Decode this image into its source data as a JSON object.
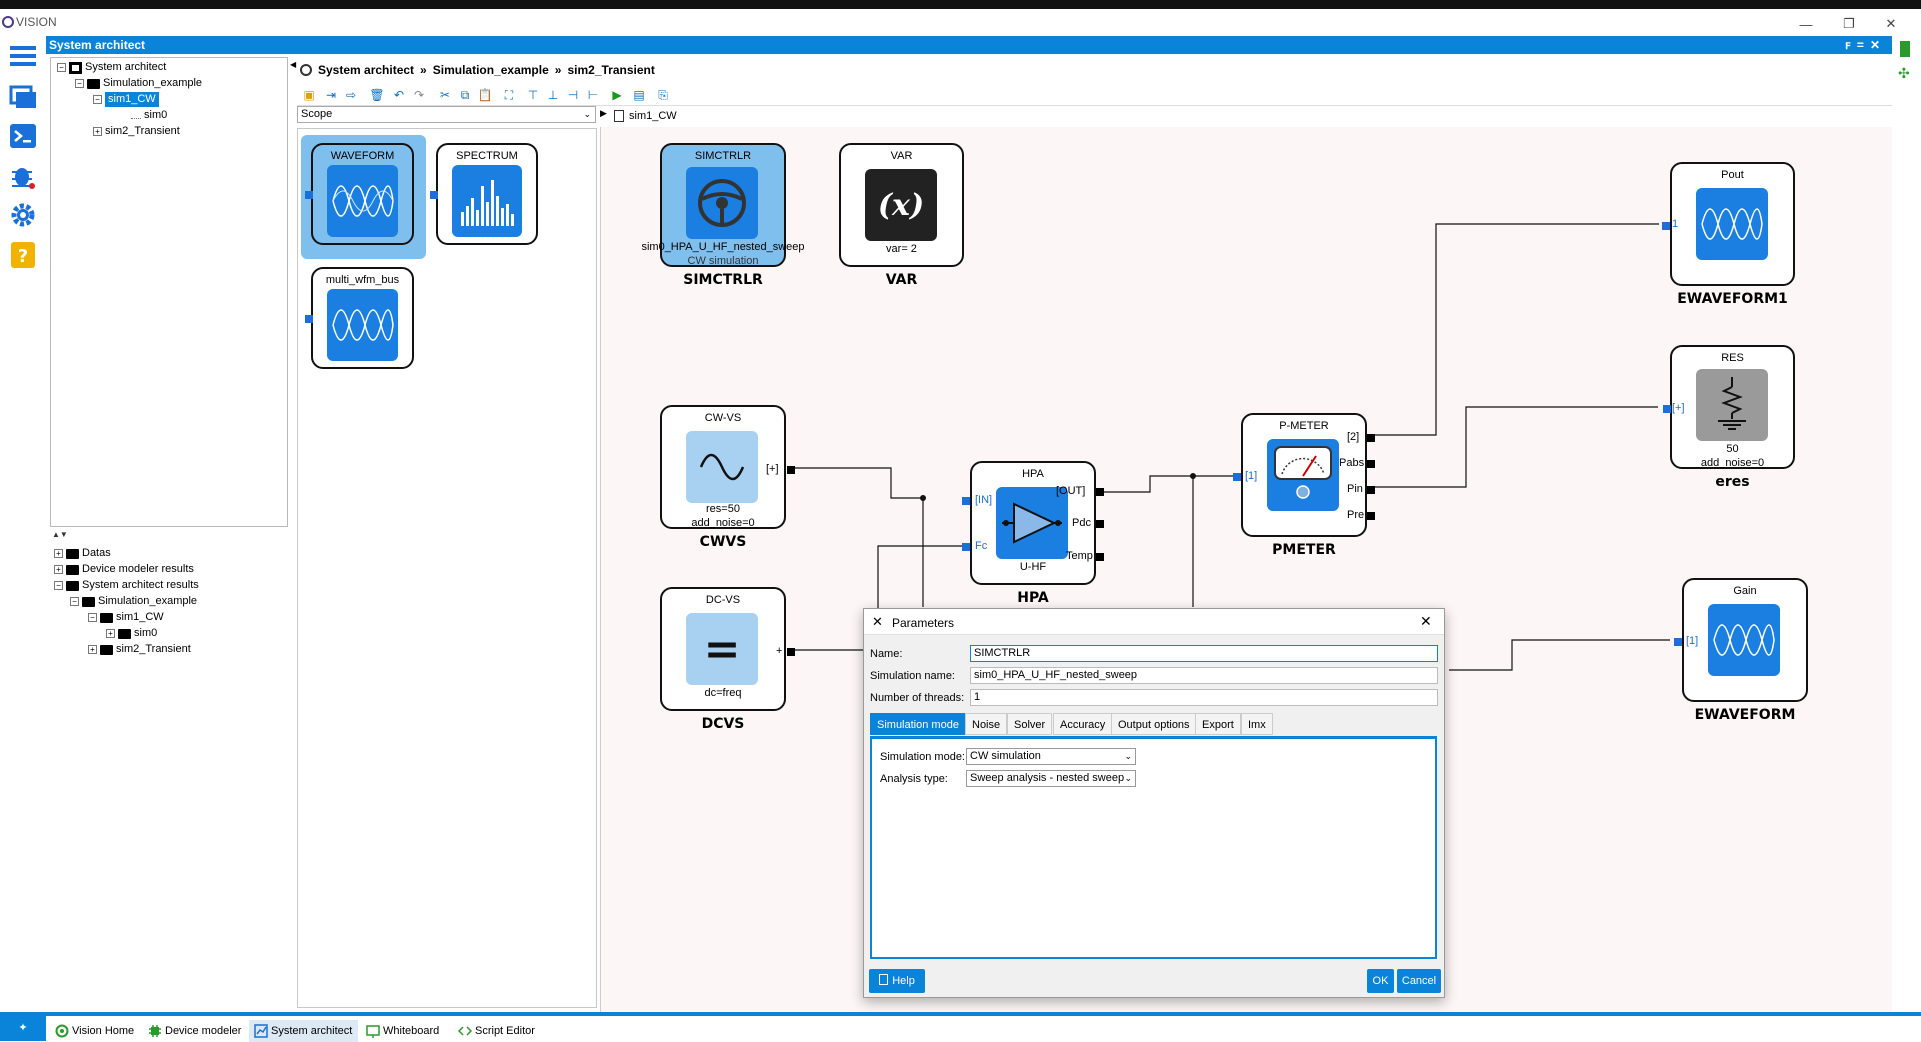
{
  "app": {
    "title": "VISION"
  },
  "panel": {
    "title": "System architect"
  },
  "breadcrumb": {
    "items": [
      "System architect",
      "Simulation_example",
      "sim2_Transient"
    ],
    "sep": "»"
  },
  "project_tree": {
    "root": "System architect",
    "simulation_example": "Simulation_example",
    "sim1_cw": "sim1_CW",
    "sim0": "sim0",
    "sim2_transient": "sim2_Transient"
  },
  "results_tree": {
    "datas": "Datas",
    "device_modeler_results": "Device modeler results",
    "system_architect_results": "System architect results",
    "simulation_example": "Simulation_example",
    "sim1_cw": "sim1_CW",
    "sim0": "sim0",
    "sim2_transient": "sim2_Transient"
  },
  "palette": {
    "scope_value": "Scope",
    "items": [
      "WAVEFORM",
      "SPECTRUM",
      "multi_wfm_bus"
    ]
  },
  "canvas_tab": "sim1_CW",
  "blocks": {
    "simctrlr": {
      "title": "SIMCTRLR",
      "param1": "sim0_HPA_U_HF_nested_sweep",
      "param2": "CW simulation",
      "label": "SIMCTRLR"
    },
    "var": {
      "title": "VAR",
      "param": "var= 2",
      "label": "VAR",
      "glyph": "(x)"
    },
    "pout": {
      "title": "Pout",
      "label": "EWAVEFORM1",
      "port": "1"
    },
    "res": {
      "title": "RES",
      "param1": "50",
      "param2": "add_noise=0",
      "label": "eres",
      "port": "[+]"
    },
    "cwvs": {
      "title": "CW-VS",
      "param1": "res=50",
      "param2": "add_noise=0",
      "label": "CWVS",
      "port": "[+]"
    },
    "hpa": {
      "title": "HPA",
      "sub": "U-HF",
      "label": "HPA",
      "ports_in": [
        "[IN]",
        "Fc"
      ],
      "ports_out": [
        "[OUT]",
        "Pdc",
        "Temp"
      ]
    },
    "pmeter": {
      "title": "P-METER",
      "label": "PMETER",
      "port_in": "[1]",
      "ports_out": [
        "[2]",
        "Pabs",
        "Pin",
        "Pre"
      ]
    },
    "dcvs": {
      "title": "DC-VS",
      "param": "dc=freq",
      "label": "DCVS",
      "port": "+",
      "glyph": "="
    },
    "gain": {
      "title": "Gain",
      "label": "EWAVEFORM",
      "port": "[1]"
    }
  },
  "dialog": {
    "title": "Parameters",
    "name_label": "Name:",
    "name_value": "SIMCTRLR",
    "simname_label": "Simulation name:",
    "simname_value": "sim0_HPA_U_HF_nested_sweep",
    "threads_label": "Number of threads:",
    "threads_value": "1",
    "tabs": [
      "Simulation mode",
      "Noise",
      "Solver",
      "Accuracy",
      "Output options",
      "Export",
      "Imx"
    ],
    "mode_label": "Simulation mode:",
    "mode_value": "CW simulation",
    "analysis_label": "Analysis type:",
    "analysis_value": "Sweep analysis - nested sweep",
    "help": "Help",
    "ok": "OK",
    "cancel": "Cancel"
  },
  "statusbar": {
    "tabs": [
      "Vision Home",
      "Device modeler",
      "System architect",
      "Whiteboard",
      "Script Editor"
    ],
    "active": "System architect"
  },
  "colors": {
    "accent": "#0a84d8",
    "icon_blue": "#1a6fd8",
    "canvas_bg": "#fcf6f6",
    "selected_block": "#7fbfee"
  }
}
